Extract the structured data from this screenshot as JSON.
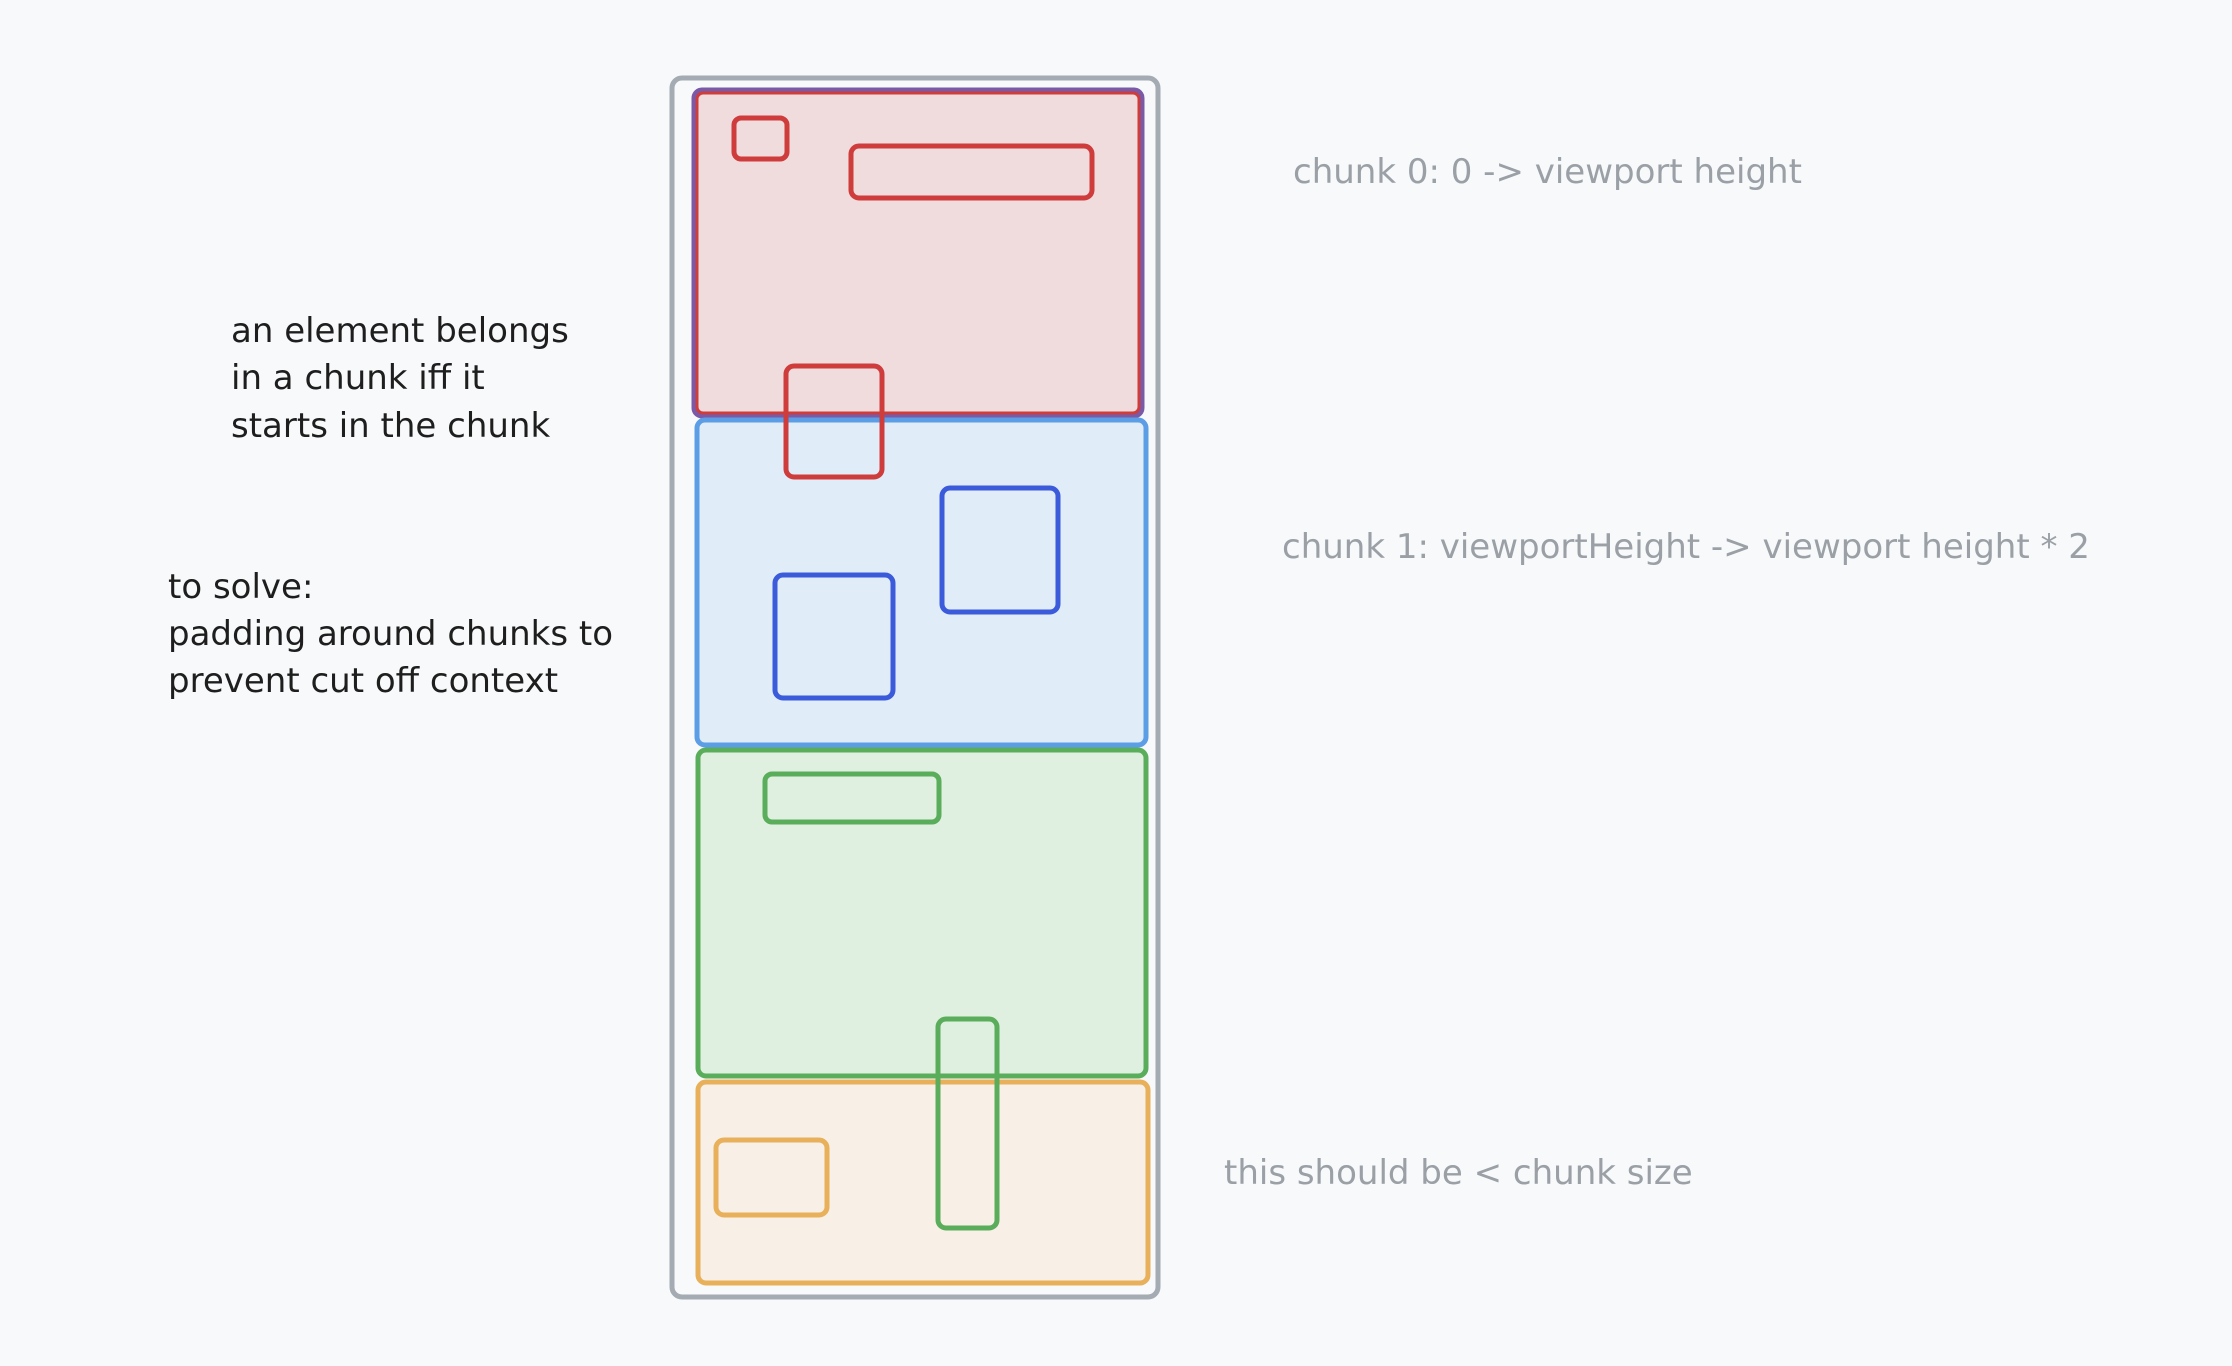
{
  "colors": {
    "background": "#f8f9fa",
    "container_stroke": "#a5abb3",
    "chunk0": {
      "fill": "#f0dcdc",
      "stroke": "#cf3c3c",
      "outer_stroke": "#7a5aa6"
    },
    "chunk1": {
      "fill": "#e0ecf8",
      "stroke": "#5b9ee6",
      "element_stroke": "#3b5bdb"
    },
    "chunk2": {
      "fill": "#e0f0e0",
      "stroke": "#5aad5a"
    },
    "chunk3": {
      "fill": "#f8f0e6",
      "stroke": "#e8b05a"
    },
    "note_dark": "#1e1e1e",
    "note_gray": "#9aa0a6"
  },
  "notes": {
    "membership_rule": [
      "an element belongs",
      "in a chunk iff it",
      "starts in the chunk"
    ],
    "to_solve": [
      "to solve:",
      "padding around chunks to",
      "prevent cut off context"
    ],
    "chunk0_label": "chunk 0: 0 -> viewport height",
    "chunk1_label": "chunk 1: viewportHeight -> viewport height * 2",
    "last_chunk_label": "this should be < chunk size"
  }
}
